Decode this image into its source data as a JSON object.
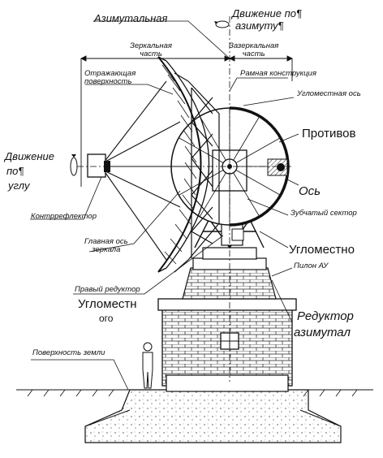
{
  "labels": {
    "azimuth_title": "Азимутальная",
    "movement_azimuth_line1": "Движение по¶",
    "movement_azimuth_line2": "азимуту¶",
    "mirror_part": "Зеркальная\nчасть",
    "behind_mirror_part": "Зазеркальная\nчасть",
    "reflecting_surface": "Отражающая\nповерхность",
    "frame_structure": "Рамная конструкция",
    "elevation_axis": "Угломестная ось",
    "counterweight": "Противов",
    "movement_elevation_line1": "Движение",
    "movement_elevation_line2": "по¶",
    "movement_elevation_line3": "углу",
    "axis": "Ось",
    "counter_reflector": "Контррефлектор",
    "main_axis": "Главная ось\nзеркала",
    "toothed_sector": "Зубчатый сектор",
    "elevation_right": "Угломестно",
    "pylon": "Пилон АУ",
    "right_reducer": "Правый редуктор",
    "elevation_left_line1": "Угломестн",
    "elevation_left_line2": "ого",
    "reducer_line1": "Редуктор",
    "reducer_line2": "азимутал",
    "ground_surface": "Поверхность земли"
  }
}
